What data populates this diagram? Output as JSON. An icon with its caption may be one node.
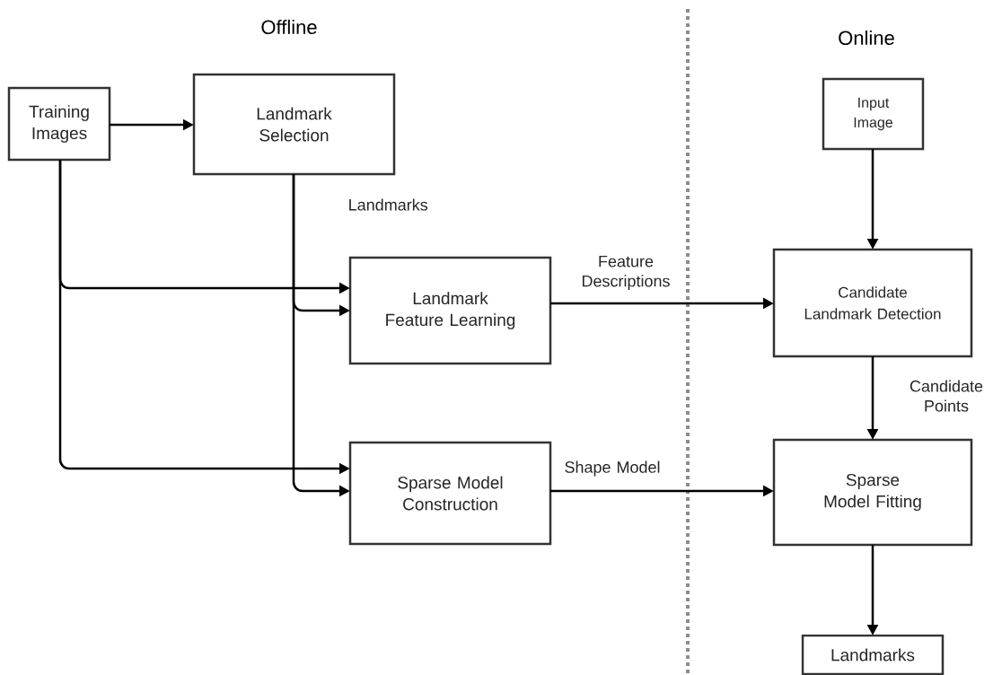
{
  "diagram": {
    "nodes": [
      {
        "text": [
          "Training Images"
        ]
      },
      {
        "text": [
          "Landmark Selection"
        ]
      },
      {
        "text": [
          "Landmark Feature Learning"
        ]
      },
      {
        "text": [
          "Sparse Model Construction"
        ]
      },
      {
        "text": [
          "Input Image"
        ]
      },
      {
        "text": [
          "Candidate Landmark Detection"
        ]
      },
      {
        "text": [
          "Sparse Model Fitting"
        ]
      },
      {
        "text": [
          "Landmarks"
        ]
      }
    ],
    "edges": [
      {
        "from": 0,
        "to": 1,
        "arrow": "to"
      },
      {
        "from": 0,
        "to": 2,
        "arrow": "to"
      },
      {
        "from": 0,
        "to": 3,
        "arrow": "to"
      },
      {
        "from": 1,
        "to": 2,
        "arrow": "to",
        "label": "Landmarks"
      },
      {
        "from": 1,
        "to": 3,
        "arrow": "to"
      },
      {
        "from": 2,
        "to": 5,
        "arrow": "to",
        "label": "Feature Descriptions"
      },
      {
        "from": 3,
        "to": 6,
        "arrow": "to",
        "label": "Shape Model"
      },
      {
        "from": 4,
        "to": 5,
        "arrow": "to"
      },
      {
        "from": 5,
        "to": 6,
        "arrow": "to",
        "label": "Candidate Points"
      },
      {
        "from": 6,
        "to": 7,
        "arrow": "to"
      }
    ],
    "labels": [
      "Offline",
      "Online"
    ]
  }
}
